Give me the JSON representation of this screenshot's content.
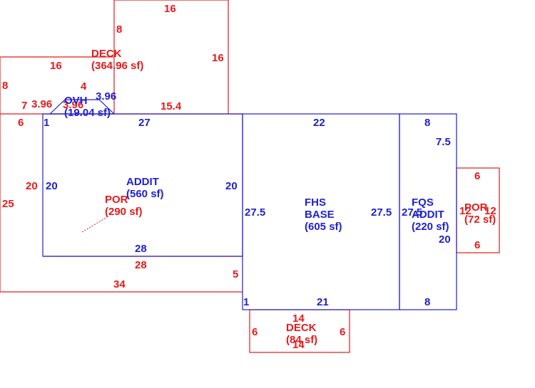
{
  "colors": {
    "red": "#e41a1c",
    "blue": "#2020d0"
  },
  "areas": {
    "deck_top": {
      "name": "DECK",
      "area": "(364.96 sf)"
    },
    "ovh": {
      "name": "OVH",
      "area": "(19.04 sf)",
      "overlap": "3.96"
    },
    "addit": {
      "name": "ADDIT",
      "area": "(560 sf)"
    },
    "por_left": {
      "name": "POR",
      "area": "(290 sf)"
    },
    "fhs_base": {
      "name1": "FHS",
      "name2": "BASE",
      "area": "(605 sf)"
    },
    "fqs_addit": {
      "name1": "FQS",
      "name2": "ADDIT",
      "area": "(220 sf)"
    },
    "por_right": {
      "name": "POR",
      "area": "(72 sf)"
    },
    "deck_bottom": {
      "name": "DECK",
      "area": "(84 sf)"
    }
  },
  "dims": {
    "deck_top_16_top": "16",
    "deck_top_8_upper": "8",
    "deck_top_16_right": "16",
    "deck_top_16_left": "16",
    "deck_top_8_left": "8",
    "deck_top_4": "4",
    "deck_top_7": "7",
    "ovh_396_left": "3.96",
    "ovh_396_right": "3.96",
    "deck_top_154": "15.4",
    "por_6": "6",
    "addit_1": "1",
    "addit_27": "27",
    "por_20": "20",
    "addit_20_left": "20",
    "addit_20_right": "20",
    "por_25": "25",
    "addit_28": "28",
    "por_28": "28",
    "por_5": "5",
    "por_34": "34",
    "fhs_22": "22",
    "fhs_275_left": "27.5",
    "fhs_275_right": "27.5",
    "fhs_1": "1",
    "fhs_21": "21",
    "fqs_8_top": "8",
    "fqs_75": "7.5",
    "fqs_275": "27.5",
    "fqs_20": "20",
    "fqs_8_bottom": "8",
    "porr_6_top": "6",
    "porr_12_left": "12",
    "porr_12_right": "12",
    "porr_6_bottom": "6",
    "deckb_14_top": "14",
    "deckb_6_left": "6",
    "deckb_6_right": "6",
    "deckb_14_bottom": "14"
  }
}
